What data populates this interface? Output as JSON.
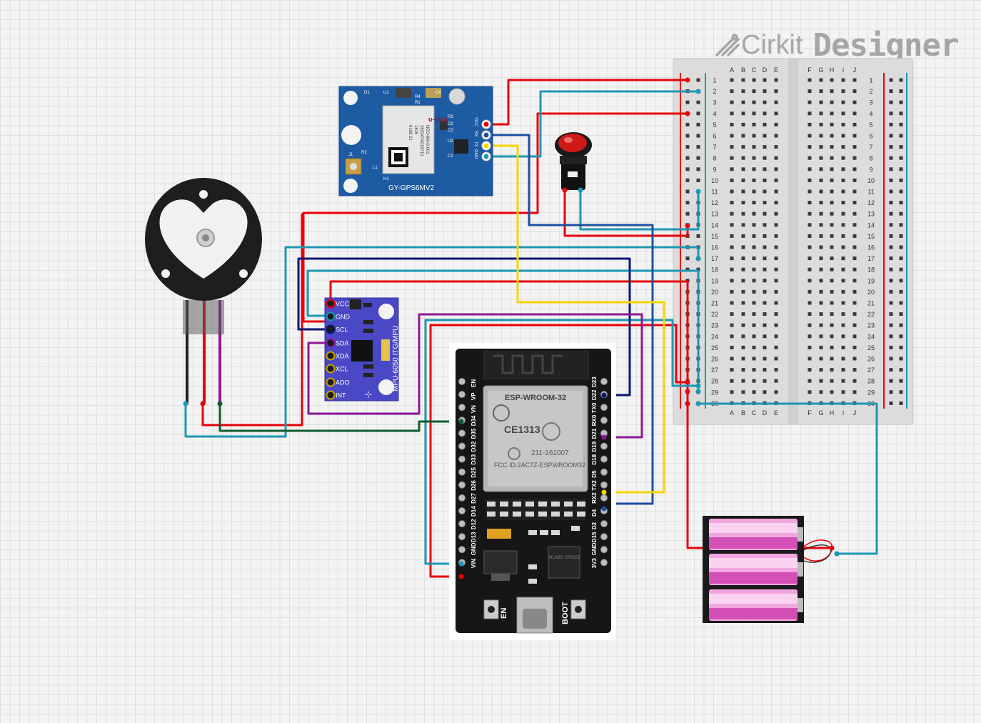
{
  "brand": {
    "name_part1": "Cirkit",
    "name_part2": "Designer"
  },
  "breadboard": {
    "columns_left": [
      "A",
      "B",
      "C",
      "D",
      "E"
    ],
    "columns_right": [
      "F",
      "G",
      "H",
      "I",
      "J"
    ],
    "row_count": 30
  },
  "gps_module": {
    "label": "GY-GPS6MV2",
    "pins": [
      "VCC",
      "RX",
      "TX",
      "GND"
    ],
    "chip_brand": "u-blox",
    "chip_lines": [
      "NEO-6M-0-001",
      "2633474018710",
      "1816",
      "0108 21"
    ],
    "components": [
      "D1",
      "U1",
      "R4",
      "R1",
      "C4",
      "R3",
      "D2",
      "C2",
      "U2",
      "C1",
      "J1",
      "R2",
      "L1",
      "H1"
    ]
  },
  "mpu_module": {
    "label": "MPU-6050 ITG/MPU",
    "pins": [
      "VCC",
      "GND",
      "SCL",
      "SDA",
      "XDA",
      "XCL",
      "ADO",
      "INT"
    ]
  },
  "esp32": {
    "module_name": "ESP-WROOM-32",
    "cert_mark": "CE1313",
    "r_number": "211-161007",
    "fcc": "FCC ID:2AC7Z-ESPWROOM32",
    "usb_chip": "SILABS CP2102",
    "left_pins": [
      "EN",
      "VP",
      "VN",
      "D34",
      "D35",
      "D32",
      "D33",
      "D25",
      "D26",
      "D27",
      "D14",
      "D12",
      "D13",
      "GND",
      "VIN"
    ],
    "right_pins": [
      "D23",
      "D22",
      "TX0",
      "RX0",
      "D21",
      "D19",
      "D18",
      "D5",
      "TX2",
      "RX2",
      "D4",
      "D2",
      "D15",
      "GND",
      "3V3"
    ],
    "buttons": [
      "EN",
      "BOOT"
    ]
  },
  "colors": {
    "red": "#e8000b",
    "teal": "#1c97b3",
    "navy": "#0b1670",
    "blue": "#1b4fa3",
    "yellow": "#f4d600",
    "purple": "#8e1896",
    "green": "#0e5c2f",
    "black": "#222222"
  }
}
